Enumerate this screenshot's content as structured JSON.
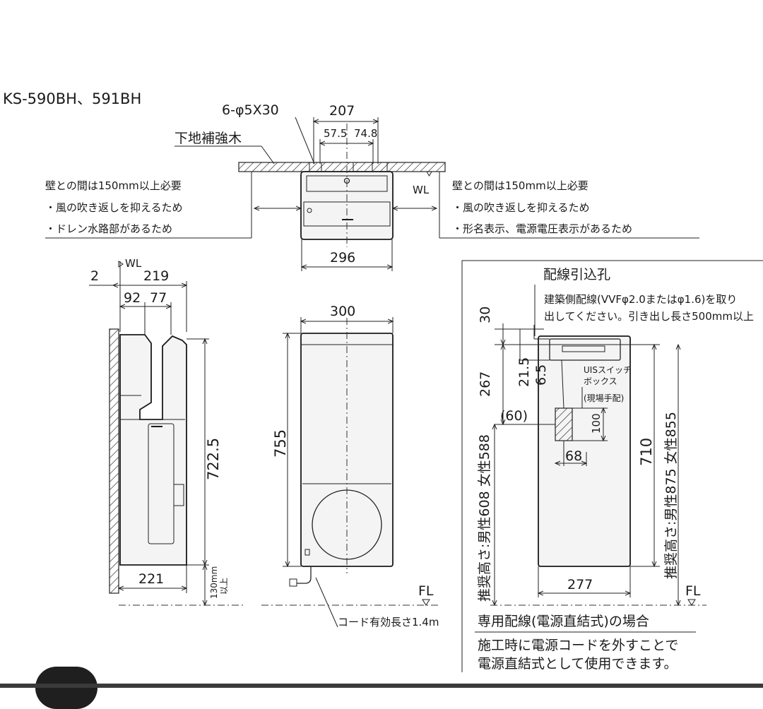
{
  "title": "KS-590BH、591BH",
  "top_view": {
    "screw_label": "6-φ5X30",
    "reinforcement_label": "下地補強木",
    "dim_total_width": "207",
    "dim_a": "57.5",
    "dim_b": "74.8",
    "dim_body_width": "296",
    "wl_label": "WL",
    "left_note": [
      "壁との間は150mm以上必要",
      "・風の吹き返しを抑えるため",
      "・ドレン水路部があるため"
    ],
    "right_note": [
      "壁との間は150mm以上必要",
      "・風の吹き返しを抑えるため",
      "・形名表示、電源電圧表示があるため"
    ]
  },
  "side_view": {
    "wl_label": "WL",
    "dim_offset": "2",
    "dim_depth_top": "219",
    "dim_a": "92",
    "dim_b": "77",
    "dim_height": "722.5",
    "dim_bottom_depth": "221",
    "dim_clearance": "130mm",
    "dim_clearance_suffix": "以上"
  },
  "front_view": {
    "dim_width": "300",
    "dim_height": "755",
    "fl_label": "FL",
    "cord_note": "コード有効長さ1.4m"
  },
  "wiring_view": {
    "heading": "配線引込孔",
    "note": [
      "建築側配線(VVFφ2.0またはφ1.6)を取り",
      "出してください。引き出し長さ500mm以上"
    ],
    "dim_30": "30",
    "dim_21_5": "21.5",
    "dim_6_5": "6.5",
    "dim_267": "267",
    "dim_60": "(60)",
    "switch_box_label": [
      "UISスイッチ",
      "ボックス"
    ],
    "site_arranged": "(現場手配)",
    "dim_100": "100",
    "dim_68": "68",
    "dim_710": "710",
    "dim_277": "277",
    "height_left": "推奨高さ:男性608 女性588",
    "height_right": "推奨高さ:男性875 女性855",
    "fl_label": "FL",
    "footer": [
      "専用配線(電源直結式)の場合",
      "施工時に電源コードを外すことで",
      "電源直結式として使用できます。"
    ]
  }
}
